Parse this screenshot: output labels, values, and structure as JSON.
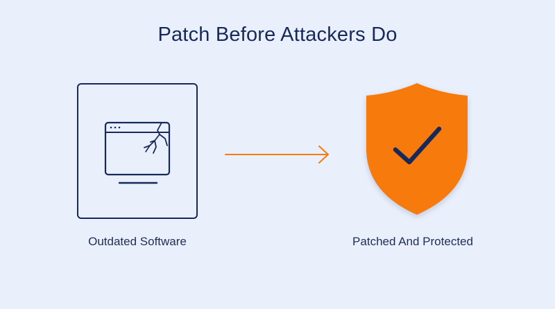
{
  "title": "Patch Before Attackers Do",
  "left": {
    "label": "Outdated Software",
    "icon": "cracked-window-icon"
  },
  "right": {
    "label": "Patched And Protected",
    "icon": "shield-check-icon"
  },
  "connector": {
    "icon": "arrow-right-icon"
  },
  "colors": {
    "background": "#e9f0fb",
    "navy": "#16295a",
    "accent": "#f77a0f"
  }
}
